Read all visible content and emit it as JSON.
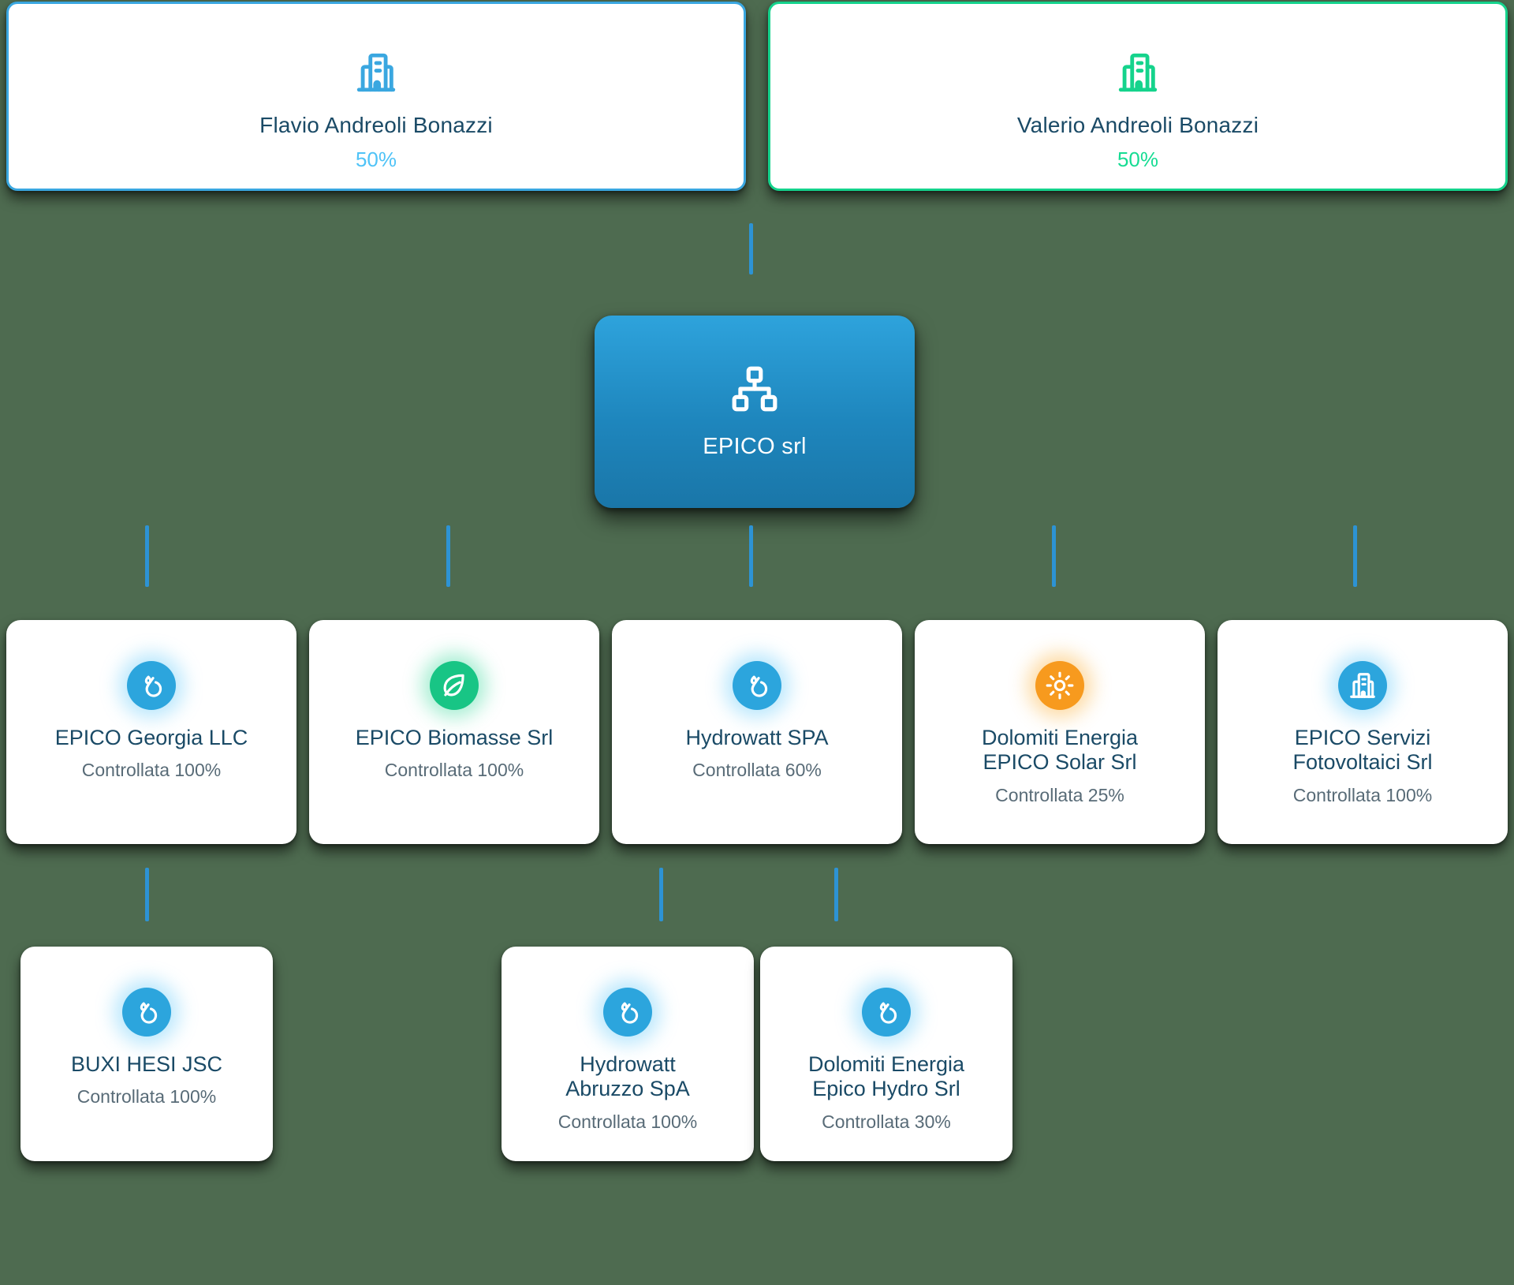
{
  "theme": {
    "background": "#4e6b50",
    "accent_blue": "#3aa7e0",
    "accent_green": "#15d38c",
    "root_blue": "#1e86bd",
    "connector": "#2d93d4",
    "name_color": "#1a4a66",
    "status_color": "#586b77",
    "pct_blue": "#4fc3f7",
    "pct_green": "#16dc93",
    "water_badge": "#2ca5dd",
    "leaf_badge": "#18c585",
    "sun_badge": "#f79a1e"
  },
  "owners": [
    {
      "name": "Flavio Andreoli Bonazzi",
      "percent": "50%",
      "icon": "building-icon",
      "accent": "blue"
    },
    {
      "name": "Valerio Andreoli Bonazzi",
      "percent": "50%",
      "icon": "building-icon",
      "accent": "green"
    }
  ],
  "root": {
    "name": "EPICO srl",
    "icon": "org-chart-icon"
  },
  "subsidiaries": [
    {
      "name": "EPICO Georgia LLC",
      "status": "Controllata 100%",
      "icon": "water-drop-icon",
      "badge": "water"
    },
    {
      "name": "EPICO Biomasse Srl",
      "status": "Controllata 100%",
      "icon": "leaf-icon",
      "badge": "leaf"
    },
    {
      "name": "Hydrowatt SPA",
      "status": "Controllata 60%",
      "icon": "water-drop-icon",
      "badge": "water"
    },
    {
      "name": "Dolomiti Energia\nEPICO Solar Srl",
      "status": "Controllata 25%",
      "icon": "sun-icon",
      "badge": "sun"
    },
    {
      "name": "EPICO Servizi\nFotovoltaici Srl",
      "status": "Controllata 100%",
      "icon": "building-icon",
      "badge": "building"
    }
  ],
  "grandchildren": [
    {
      "name": "BUXI HESI JSC",
      "status": "Controllata 100%",
      "icon": "water-drop-icon",
      "badge": "water"
    },
    {
      "name": "Hydrowatt\nAbruzzo SpA",
      "status": "Controllata 100%",
      "icon": "water-drop-icon",
      "badge": "water"
    },
    {
      "name": "Dolomiti Energia\nEpico Hydro Srl",
      "status": "Controllata 30%",
      "icon": "water-drop-icon",
      "badge": "water"
    }
  ]
}
